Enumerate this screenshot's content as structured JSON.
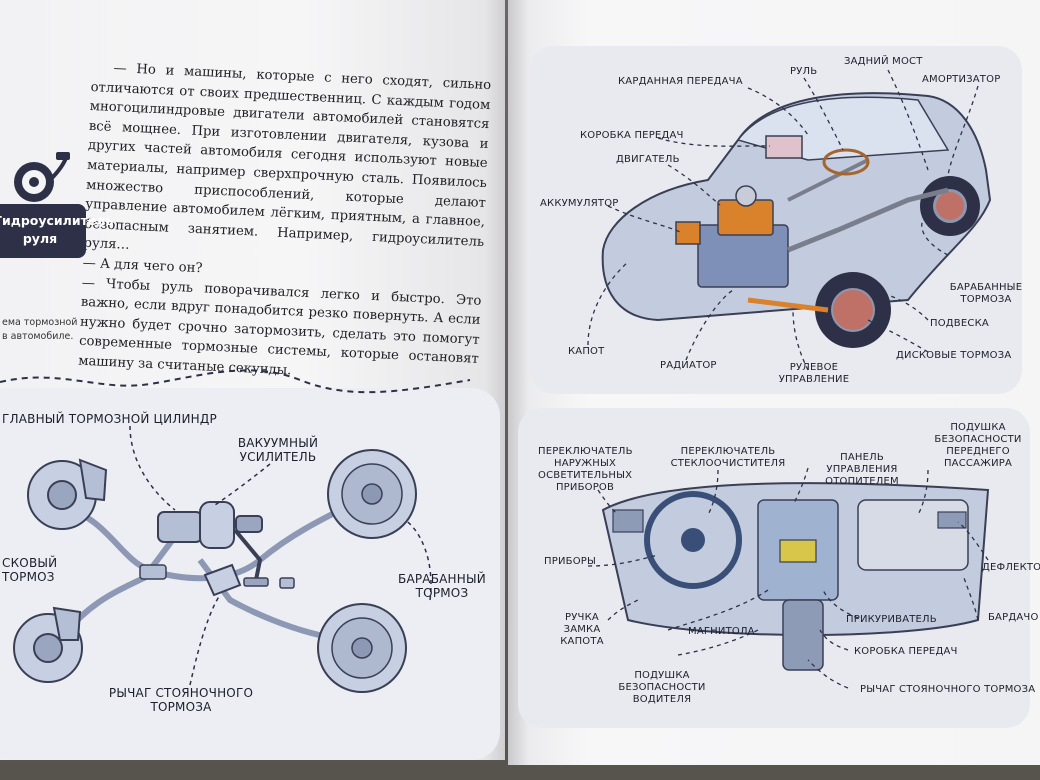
{
  "left_page": {
    "story": [
      "— Но и машины, которые с него сходят, сильно отличаются от своих предшественниц. С каждым годом многоцилиндровые двигатели автомобилей становятся всё мощнее. При изготовлении двигателя, кузова и других частей автомобиля сегодня используют новые материалы, например сверхпрочную сталь. Появилось множество приспособлений, которые делают управление автомобилем лёгким, приятным, а главное, безопасным занятием. Например, гидроусилитель руля…",
      "— А для чего он?",
      "— Чтобы руль поворачивался легко и быстро. Это важно, если вдруг понадобится резко повернуть. А если нужно будет срочно затормозить, сделать это помогут современные тормозные системы, которые остановят машину за считаные секунды."
    ],
    "side_tag": "Гидроусилитель руля",
    "side_note_1": "ема тормозной",
    "side_note_2": "в автомобиле.",
    "brake_labels": {
      "master_cylinder": "Главный тормозной цилиндр",
      "vacuum_booster_1": "Вакуумный",
      "vacuum_booster_2": "усилитель",
      "disc_brake_1": "сковый",
      "disc_brake_2": "тормоз",
      "drum_brake_1": "Барабанный",
      "drum_brake_2": "тормоз",
      "parking_lever_1": "Рычаг стояночного",
      "parking_lever_2": "тормоза"
    }
  },
  "right_page": {
    "car_labels": {
      "driveshaft": "Карданная передача",
      "steering_wheel": "Руль",
      "rear_axle": "Задний мост",
      "shock_absorber": "Амортизатор",
      "gearbox": "Коробка передач",
      "engine": "Двигатель",
      "battery": "Аккумулятор",
      "drum_brakes_1": "Барабанные",
      "drum_brakes_2": "тормоза",
      "suspension": "Подвеска",
      "disc_brakes": "Дисковые тормоза",
      "hood": "Капот",
      "radiator": "Радиатор",
      "steering_1": "Рулевое",
      "steering_2": "управление"
    },
    "dash_labels": {
      "light_switch": [
        "Переключатель",
        "наружных",
        "осветительных",
        "приборов"
      ],
      "wiper_switch": [
        "Переключатель",
        "стеклоочистителя"
      ],
      "heater_panel": [
        "Панель управления",
        "отопителем"
      ],
      "passenger_airbag": [
        "Подушка",
        "безопасности",
        "переднего",
        "пассажира"
      ],
      "instruments": "Приборы",
      "deflector": "Дефлекто",
      "hood_release": [
        "Ручка",
        "замка",
        "капота"
      ],
      "radio": "Магнитола",
      "lighter": "Прикуриватель",
      "glovebox": "Бардачо",
      "gearbox": "Коробка передач",
      "driver_airbag": [
        "Подушка",
        "безопасности",
        "водителя"
      ],
      "parking_brake": "Рычаг стояночного тормоза"
    }
  },
  "colors": {
    "panel_bg": "#e9eaf0",
    "tag_bg": "#2e3048",
    "car_body": "#c3ccdf",
    "engine_orange": "#d9822b",
    "dash_blue": "#b9c6db"
  }
}
